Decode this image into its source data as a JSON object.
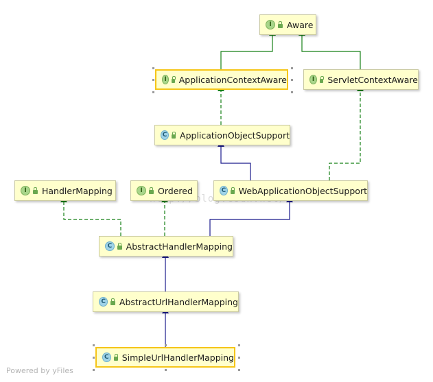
{
  "nodes": {
    "aware": {
      "label": "Aware",
      "kind": "I"
    },
    "application_context_aware": {
      "label": "ApplicationContextAware",
      "kind": "I"
    },
    "servlet_context_aware": {
      "label": "ServletContextAware",
      "kind": "I"
    },
    "application_object_support": {
      "label": "ApplicationObjectSupport",
      "kind": "C"
    },
    "handler_mapping": {
      "label": "HandlerMapping",
      "kind": "I"
    },
    "ordered": {
      "label": "Ordered",
      "kind": "I"
    },
    "web_application_object_support": {
      "label": "WebApplicationObjectSupport",
      "kind": "C"
    },
    "abstract_handler_mapping": {
      "label": "AbstractHandlerMapping",
      "kind": "C"
    },
    "abstract_url_handler_mapping": {
      "label": "AbstractUrlHandlerMapping",
      "kind": "C"
    },
    "simple_url_handler_mapping": {
      "label": "SimpleUrlHandlerMapping",
      "kind": "C"
    }
  },
  "watermark": "http://blog.csdn.net/",
  "footer": "Powered by yFiles",
  "colors": {
    "interface_extends": "#168016",
    "class_extends": "#1a1a8c",
    "node_fill": "#ffffcc",
    "selected_border": "#f5c518"
  }
}
